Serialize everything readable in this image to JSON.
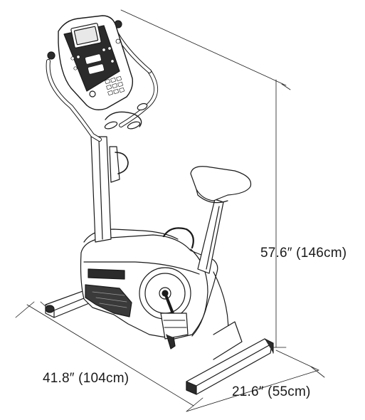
{
  "product": {
    "type": "upright exercise bike",
    "line_color": "#1a1a1a",
    "fill_color": "#ffffff",
    "dark_fill": "#2b2b2b"
  },
  "dimensions": {
    "height_label": "57.6″ (146cm)",
    "length_label": "41.8″ (104cm)",
    "width_label": "21.6″ (55cm)"
  }
}
